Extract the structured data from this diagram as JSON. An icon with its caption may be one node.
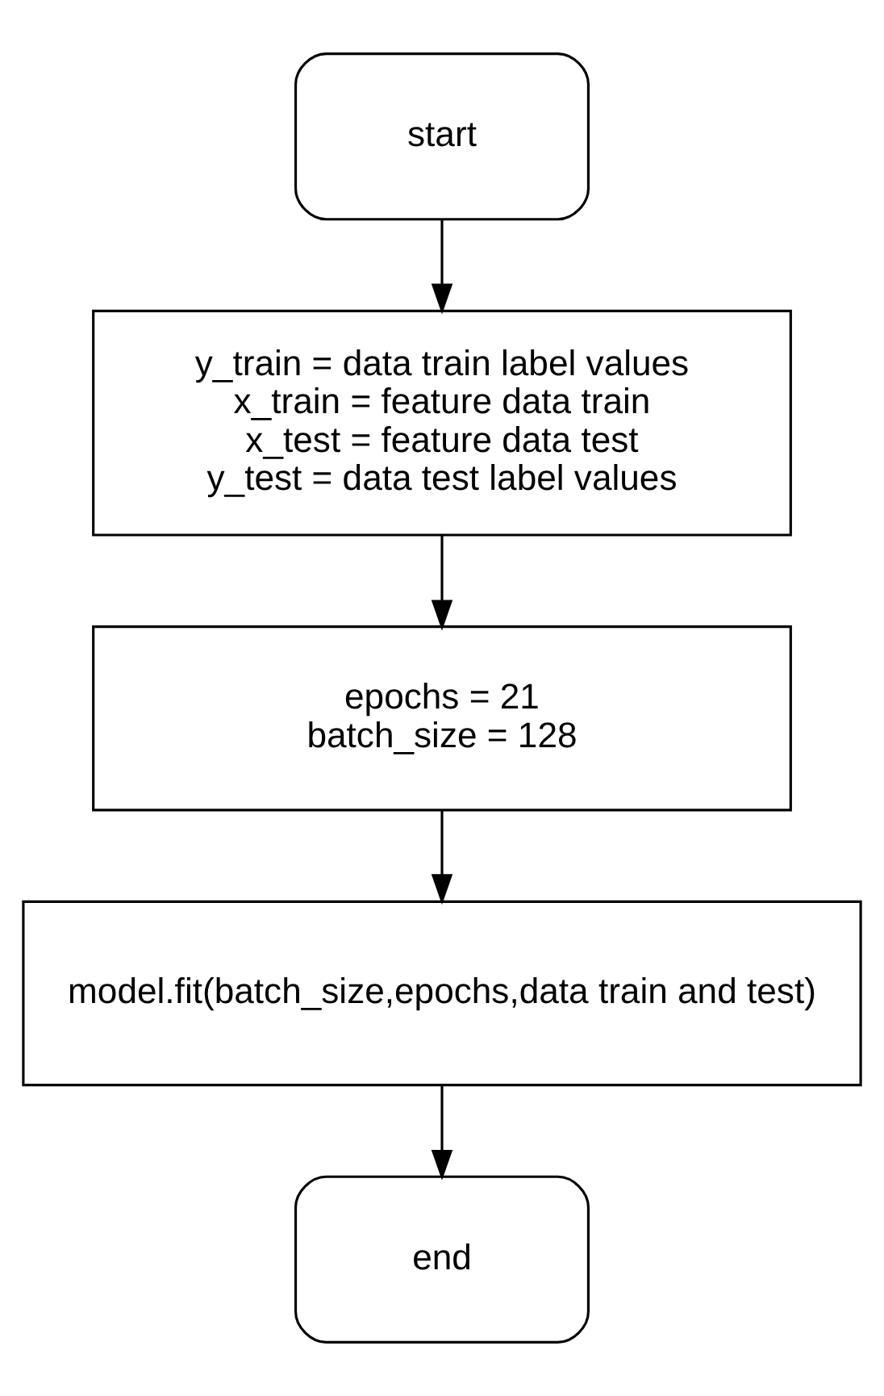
{
  "diagram": {
    "nodes": [
      {
        "text": [
          "start"
        ]
      },
      {
        "text": [
          "y_train = data train label values",
          "x_train = feature data train",
          "x_test = feature data test",
          "y_test = data test label values"
        ]
      },
      {
        "text": [
          "epochs = 21",
          "batch_size = 128"
        ]
      },
      {
        "text": [
          "model.fit(batch_size,epochs,data train and test)"
        ]
      },
      {
        "text": [
          "end"
        ]
      }
    ],
    "edges": [
      {
        "from": 0,
        "to": 1,
        "arrow": "to"
      },
      {
        "from": 1,
        "to": 2,
        "arrow": "to"
      },
      {
        "from": 2,
        "to": 3,
        "arrow": "to"
      },
      {
        "from": 3,
        "to": 4,
        "arrow": "to"
      }
    ]
  }
}
